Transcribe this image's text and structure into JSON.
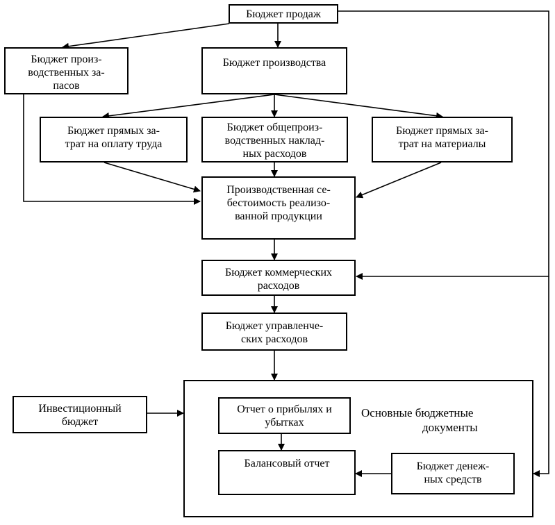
{
  "nodes": {
    "sales": [
      "Бюджет продаж"
    ],
    "inventory": [
      "Бюджет произ-",
      "водственных за-",
      "пасов"
    ],
    "production": [
      "Бюджет производства"
    ],
    "labor": [
      "Бюджет прямых за-",
      "трат на оплату труда"
    ],
    "overhead": [
      "Бюджет общепроиз-",
      "водственных наклад-",
      "ных расходов"
    ],
    "materials": [
      "Бюджет прямых за-",
      "трат на материалы"
    ],
    "cost_of_sales": [
      "Производственная се-",
      "бестоимость реализо-",
      "ванной продукции"
    ],
    "commercial": [
      "Бюджет коммерческих",
      "расходов"
    ],
    "administrative": [
      "Бюджет управленче-",
      "ских расходов"
    ],
    "investment": [
      "Инвестиционный",
      "бюджет"
    ],
    "income_statement": [
      "Отчет о прибылях и",
      "убытках"
    ],
    "balance_sheet": [
      "Балансовый отчет"
    ],
    "cash_budget": [
      "Бюджет  денеж-",
      "ных средств"
    ]
  },
  "group_label": [
    "Основные бюджетные",
    "документы"
  ]
}
